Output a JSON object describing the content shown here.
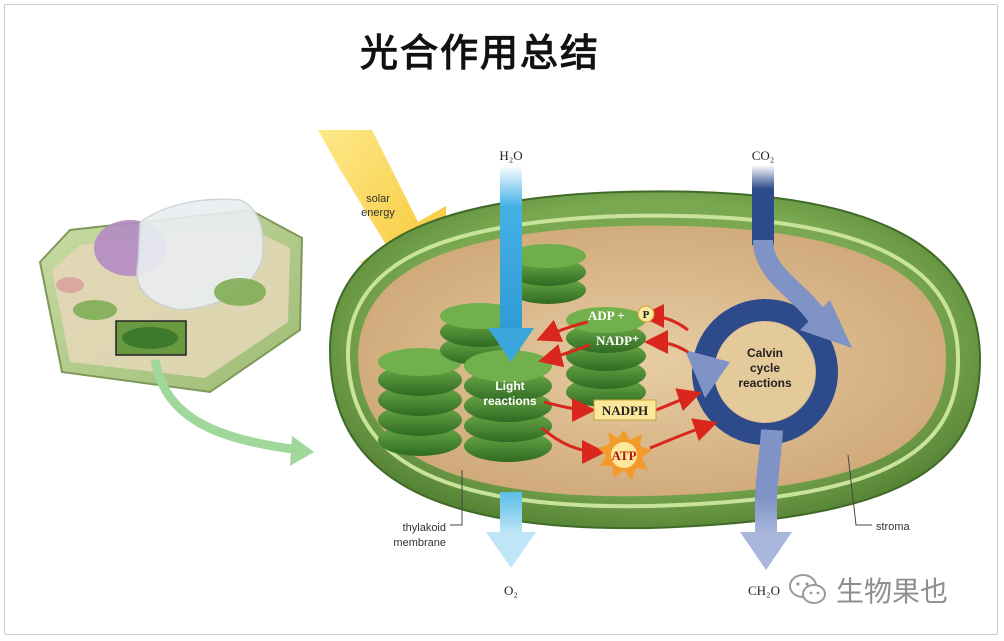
{
  "title": "光合作用总结",
  "labels": {
    "solar_energy_line1": "solar",
    "solar_energy_line2": "energy",
    "h2o": "H₂O",
    "co2": "CO₂",
    "o2": "O₂",
    "ch2o": "CH₂O",
    "light_reactions_line1": "Light",
    "light_reactions_line2": "reactions",
    "calvin_line1": "Calvin",
    "calvin_line2": "cycle",
    "calvin_line3": "reactions",
    "adp_p": "ADP +",
    "p": "P",
    "nadp_plus": "NADP⁺",
    "nadph": "NADPH",
    "atp": "ATP",
    "thylakoid_line1": "thylakoid",
    "thylakoid_line2": "membrane",
    "stroma": "stroma"
  },
  "watermark": {
    "icon": "wechat-icon",
    "text": "生物果也"
  },
  "colors": {
    "chloroplast_outer": "#6e9a45",
    "stroma": "#d9b98c",
    "thylakoid": "#4d8a35",
    "water_arrow": "#3aa6dc",
    "co2_arrow": "#2d4a8a",
    "solar_arrow": "#f7c832",
    "reaction_arrow": "#d9271d"
  }
}
